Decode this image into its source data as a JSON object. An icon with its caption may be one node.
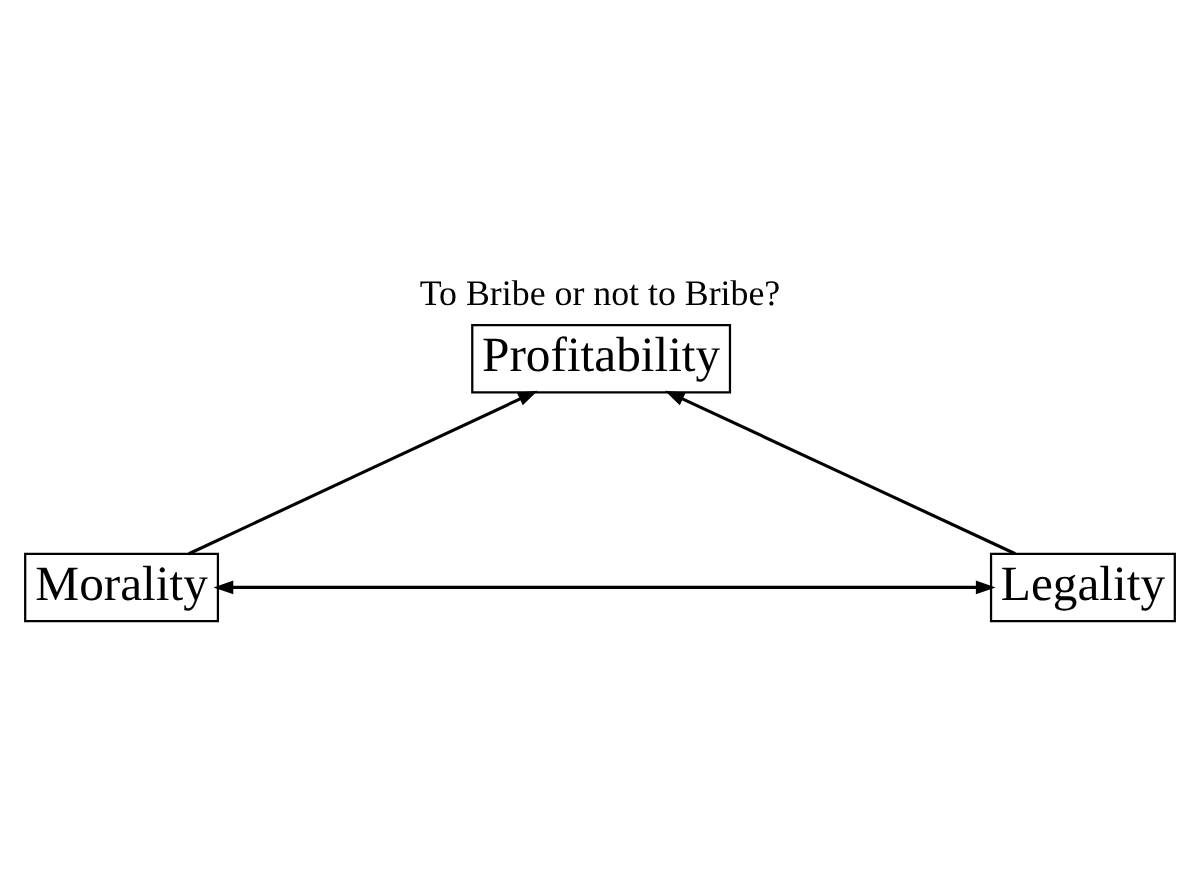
{
  "diagram": {
    "title": "To Bribe or not to Bribe?",
    "nodes": [
      {
        "text": [
          "Profitability"
        ]
      },
      {
        "text": [
          "Morality"
        ]
      },
      {
        "text": [
          "Legality"
        ]
      }
    ],
    "edges": [
      {
        "from": 1,
        "to": 0,
        "arrow": "to"
      },
      {
        "from": 2,
        "to": 0,
        "arrow": "to"
      },
      {
        "from": 1,
        "to": 2,
        "arrow": "both"
      }
    ]
  }
}
